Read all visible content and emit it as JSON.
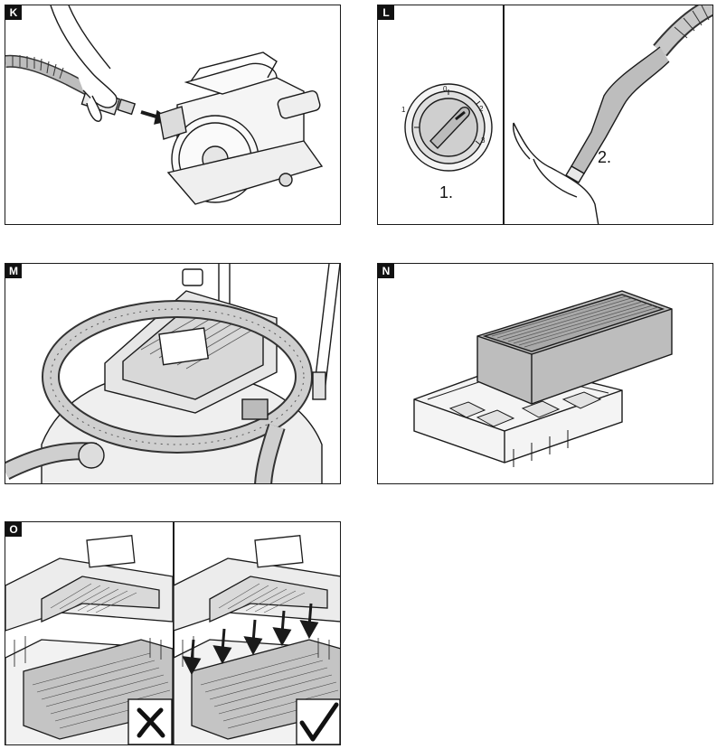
{
  "panels": {
    "k": {
      "letter": "K"
    },
    "l": {
      "letter": "L",
      "step1": "1.",
      "step2": "2.",
      "dial": {
        "d0": "0",
        "d1": "1",
        "d2": "2",
        "d3": "3"
      }
    },
    "m": {
      "letter": "M"
    },
    "n": {
      "letter": "N"
    },
    "o": {
      "letter": "O"
    }
  },
  "icons": {
    "wrong": "cross-mark-icon",
    "right": "check-mark-icon"
  },
  "colors": {
    "line": "#1a1a1a",
    "panel_border": "#1a1a1a",
    "fill_light": "#f2f2f2",
    "fill_mid": "#cfcfcf",
    "fill_dark": "#8a8a8a"
  }
}
